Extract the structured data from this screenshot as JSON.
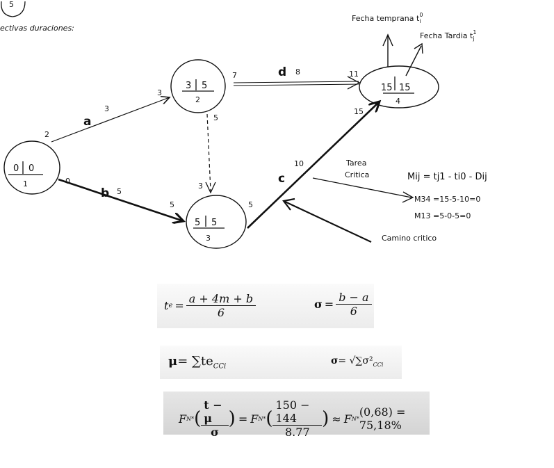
{
  "top_fragment": {
    "circled_number": "5",
    "text": "ectivas duraciones:"
  },
  "nodes": [
    {
      "id": "1",
      "early": "0",
      "late": "0",
      "label": "1"
    },
    {
      "id": "2",
      "early": "3",
      "late": "5",
      "label": "2"
    },
    {
      "id": "3",
      "early": "5",
      "late": "5",
      "label": "3"
    },
    {
      "id": "4",
      "early": "15",
      "late": "15",
      "label": "4"
    }
  ],
  "edges": {
    "a": {
      "name": "a",
      "duration": "3",
      "start": "2",
      "end": "3"
    },
    "b": {
      "name": "b",
      "duration": "5",
      "start": "0",
      "end": "5"
    },
    "d": {
      "name": "d",
      "duration": "8",
      "start": "7",
      "end": "11"
    },
    "c": {
      "name": "c",
      "duration": "10",
      "end": "15"
    },
    "dummy": {
      "start": "5",
      "end": "3"
    },
    "node3_out": "5"
  },
  "annotations": {
    "fecha_temprana": "Fecha temprana t",
    "fecha_temprana_sup": "0",
    "fecha_temprana_sub": "i",
    "fecha_tardia": "Fecha Tardia t",
    "fecha_tardia_sup": "1",
    "fecha_tardia_sub": "j",
    "tarea_critica_1": "Tarea",
    "tarea_critica_2": "Critica",
    "camino_critico": "Camino critico",
    "margin_formula": "Mij = tj1 - ti0 - Dij",
    "m34": "M34 =15-5-10=0",
    "m13": "M13 =5-0-5=0"
  },
  "formulas": {
    "te": {
      "lhs": "t",
      "lhs_sub": "e",
      "num": "a + 4m + b",
      "den": "6"
    },
    "sigma1": {
      "lhs": "σ",
      "num": "b − a",
      "den": "6"
    },
    "mu": {
      "lhs": "μ",
      "expr": "= ∑te",
      "sub": "CCi"
    },
    "sigma2": {
      "lhs": "σ",
      "expr": "= √∑σ²",
      "sub": "CCi"
    },
    "prob": {
      "fn": "F",
      "fn_sub": "N*",
      "num1": "t − μ",
      "den1": "σ",
      "num2": "150 − 144",
      "den2": "8.77",
      "approx": "(0,68) = 75,18%"
    }
  }
}
